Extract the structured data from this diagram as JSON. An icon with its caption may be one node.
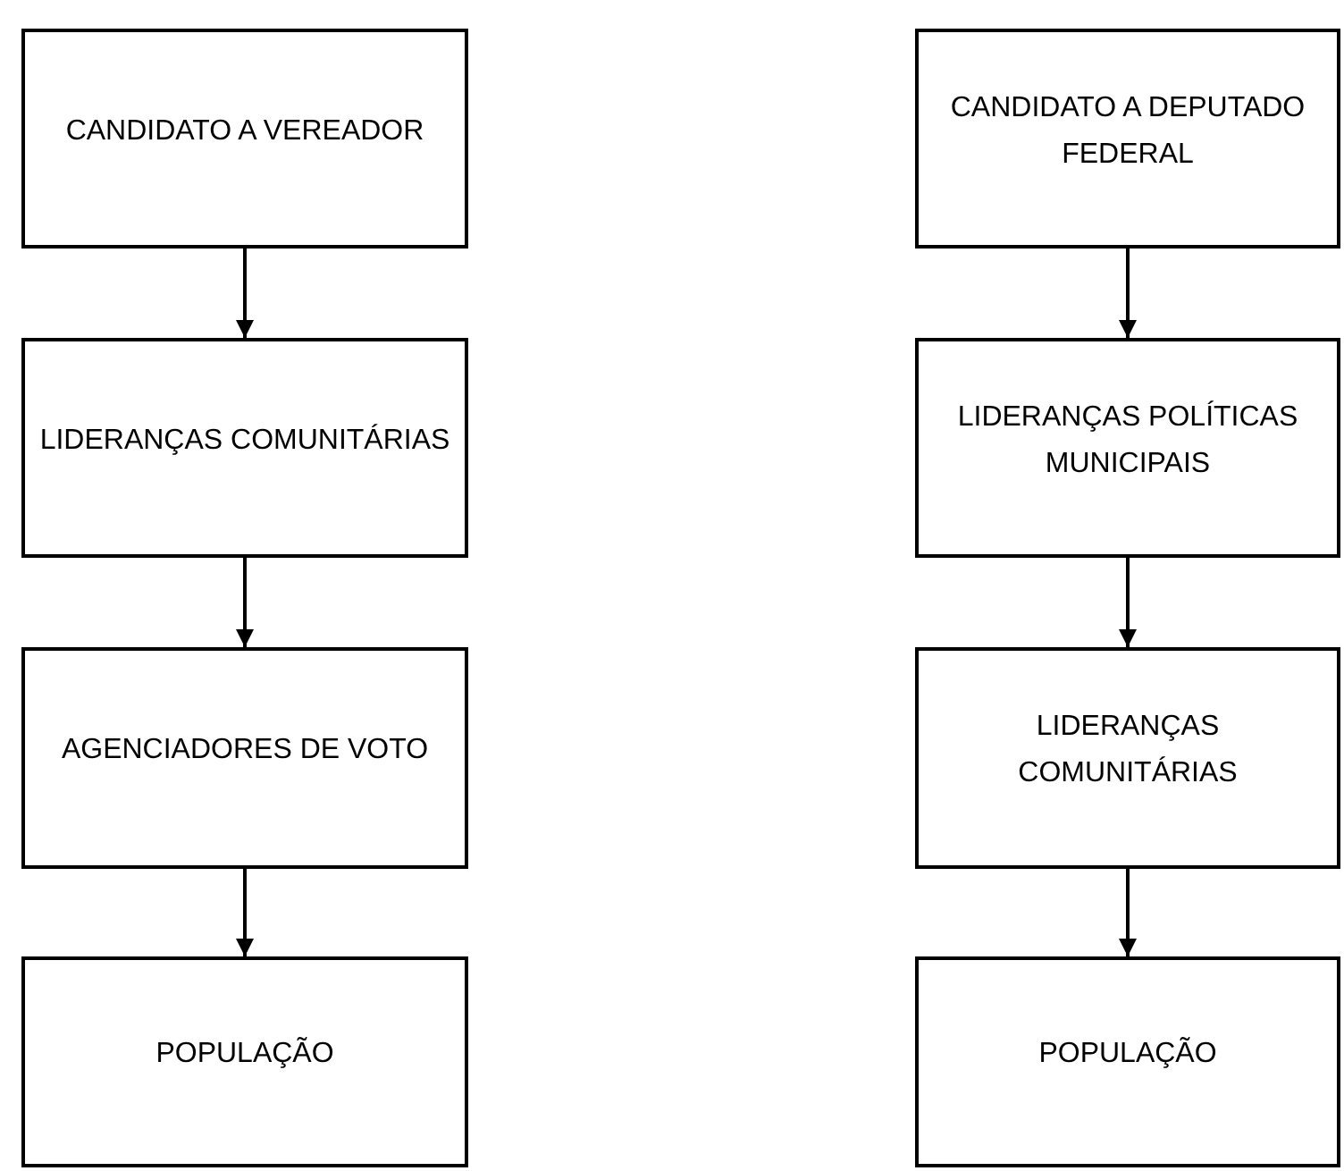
{
  "diagram": {
    "nodes": [
      {
        "text": [
          "CANDIDATO A VEREADOR"
        ]
      },
      {
        "text": [
          "LIDERANÇAS COMUNITÁRIAS"
        ]
      },
      {
        "text": [
          "AGENCIADORES DE VOTO"
        ]
      },
      {
        "text": [
          "POPULAÇÃO"
        ]
      },
      {
        "text": [
          "CANDIDATO A DEPUTADO FEDERAL"
        ]
      },
      {
        "text": [
          "LIDERANÇAS POLÍTICAS MUNICIPAIS"
        ]
      },
      {
        "text": [
          "LIDERANÇAS COMUNITÁRIAS"
        ]
      },
      {
        "text": [
          "POPULAÇÃO"
        ]
      }
    ],
    "edges": [
      {
        "from": 0,
        "to": 1,
        "arrow": "to"
      },
      {
        "from": 1,
        "to": 2,
        "arrow": "to"
      },
      {
        "from": 2,
        "to": 3,
        "arrow": "to"
      },
      {
        "from": 4,
        "to": 5,
        "arrow": "to"
      },
      {
        "from": 5,
        "to": 6,
        "arrow": "to"
      },
      {
        "from": 6,
        "to": 7,
        "arrow": "to"
      }
    ]
  }
}
